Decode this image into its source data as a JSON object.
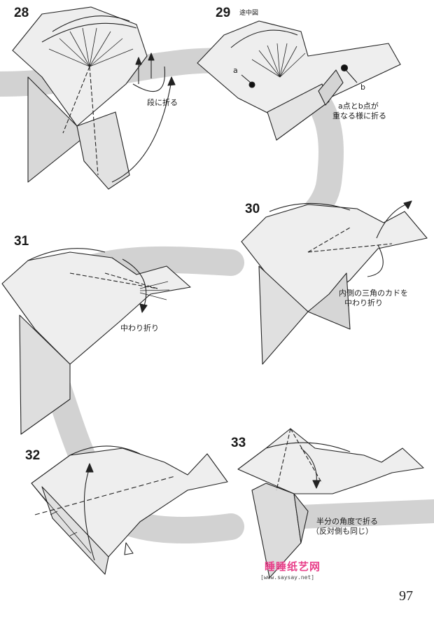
{
  "steps": [
    {
      "number": "28",
      "annotation": "段に折る"
    },
    {
      "number": "29",
      "annotation": "途中図",
      "point_a": "a",
      "point_b": "b",
      "note_line1": "a点とb点が",
      "note_line2": "重なる様に折る"
    },
    {
      "number": "30",
      "note_line1": "内側の三角のカドを",
      "note_line2": "中わり折り"
    },
    {
      "number": "31",
      "annotation": "中わり折り"
    },
    {
      "number": "32"
    },
    {
      "number": "33",
      "note_line1": "半分の角度で折る",
      "note_line2": "（反対側も同じ）"
    }
  ],
  "watermark": {
    "brand": "睡睡纸艺网",
    "url": "[www.saysay.net]",
    "brand_color": "#e8408a"
  },
  "page_number": "97",
  "colors": {
    "paper": "#eeeeee",
    "shade": "#c9c9c9",
    "line": "#222222",
    "band": "#d0d0d0"
  }
}
